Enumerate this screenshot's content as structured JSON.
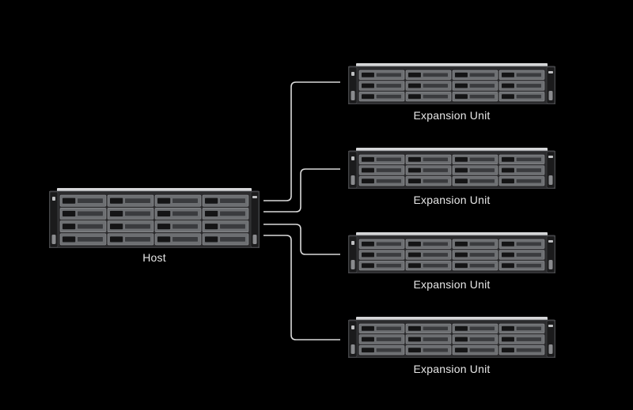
{
  "diagram": {
    "host": {
      "label": "Host"
    },
    "expansion_units": [
      {
        "label": "Expansion Unit"
      },
      {
        "label": "Expansion Unit"
      },
      {
        "label": "Expansion Unit"
      },
      {
        "label": "Expansion Unit"
      }
    ]
  },
  "colors": {
    "background": "#000000",
    "connector": "#d9d9d9",
    "chassis": "#2b2b2d",
    "bay": "#6d6f72",
    "label": "#e6e6e6"
  }
}
